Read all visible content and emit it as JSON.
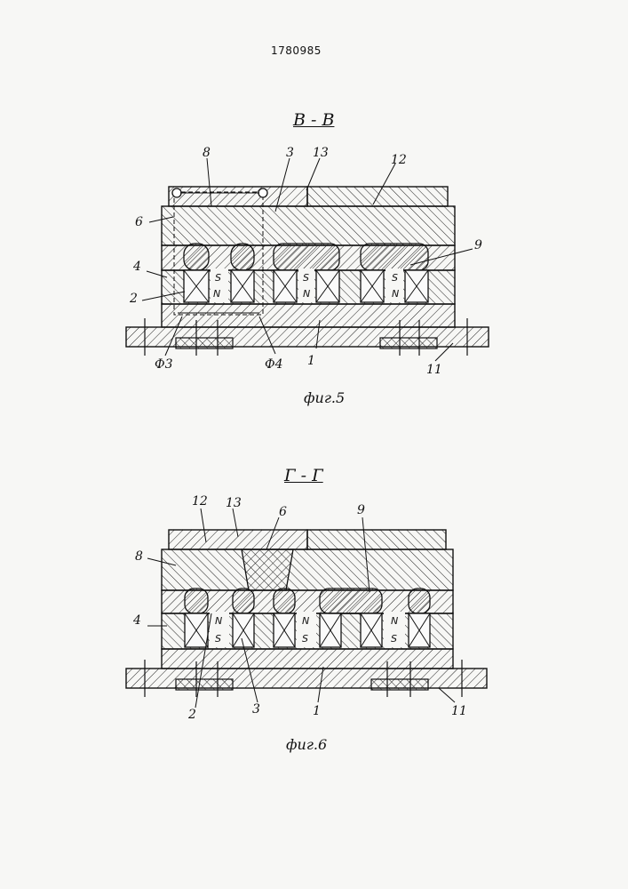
{
  "document_number": "1780985",
  "figure5": {
    "section_title": "В - В",
    "caption": "фиг.5",
    "labels": {
      "l8": "8",
      "l3": "3",
      "l13": "13",
      "l12": "12",
      "l6": "6",
      "l9": "9",
      "l4": "4",
      "l2": "2",
      "l1": "1",
      "l11": "11",
      "phi3": "Ф3",
      "phi4": "Ф4"
    },
    "poles": {
      "s1": "S",
      "n1": "N",
      "s2": "S",
      "n2": "N",
      "s3": "S",
      "n3": "N"
    }
  },
  "figure6": {
    "section_title": "Г - Г",
    "caption": "фиг.6",
    "labels": {
      "l12": "12",
      "l13": "13",
      "l6": "6",
      "l9": "9",
      "l8": "8",
      "l4": "4",
      "l2": "2",
      "l3": "3",
      "l1": "1",
      "l11": "11"
    },
    "poles": {
      "n1": "N",
      "s1": "S",
      "n2": "N",
      "s2": "S",
      "n3": "N",
      "s3": "S"
    }
  }
}
